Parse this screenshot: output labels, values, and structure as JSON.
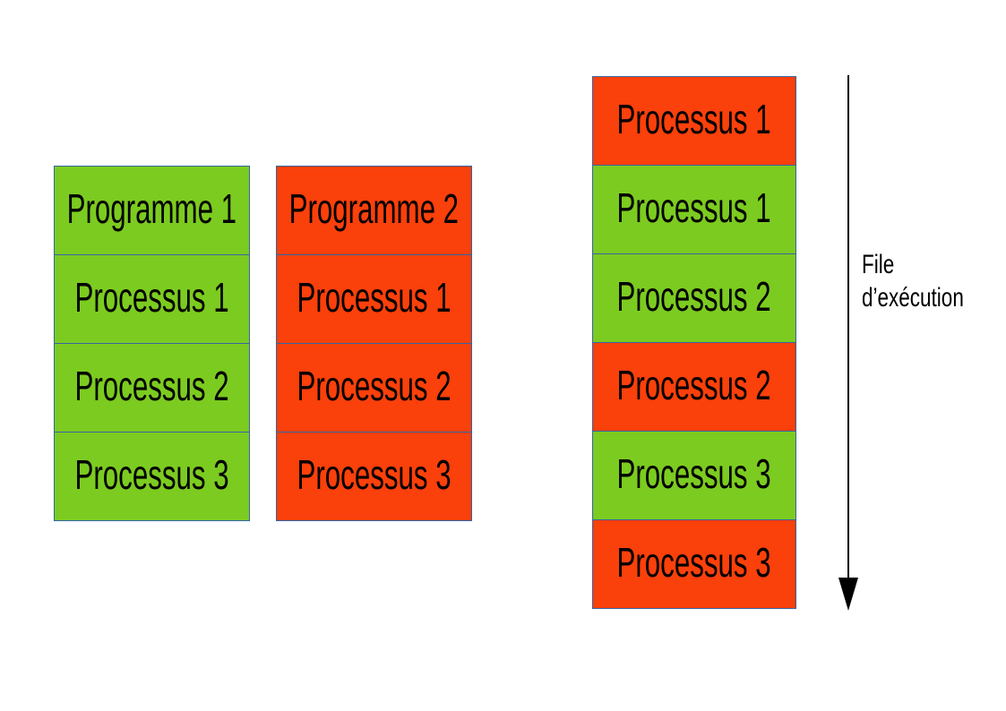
{
  "diagram": {
    "colors": {
      "green": "#7CCB20",
      "red": "#FA400B",
      "border": "#3465A4",
      "text": "#000000",
      "arrow": "#000000"
    },
    "program1": {
      "boxes": [
        {
          "label": "Programme 1",
          "color": "green"
        },
        {
          "label": "Processus 1",
          "color": "green"
        },
        {
          "label": "Processus 2",
          "color": "green"
        },
        {
          "label": "Processus 3",
          "color": "green"
        }
      ]
    },
    "program2": {
      "boxes": [
        {
          "label": "Programme 2",
          "color": "red"
        },
        {
          "label": "Processus 1",
          "color": "red"
        },
        {
          "label": "Processus 2",
          "color": "red"
        },
        {
          "label": "Processus 3",
          "color": "red"
        }
      ]
    },
    "queue": {
      "boxes": [
        {
          "label": "Processus 1",
          "color": "red"
        },
        {
          "label": "Processus 1",
          "color": "green"
        },
        {
          "label": "Processus 2",
          "color": "green"
        },
        {
          "label": "Processus 2",
          "color": "red"
        },
        {
          "label": "Processus 3",
          "color": "green"
        },
        {
          "label": "Processus 3",
          "color": "red"
        }
      ]
    },
    "arrow_label": {
      "line1": "File",
      "line2": "d’exécution"
    }
  }
}
